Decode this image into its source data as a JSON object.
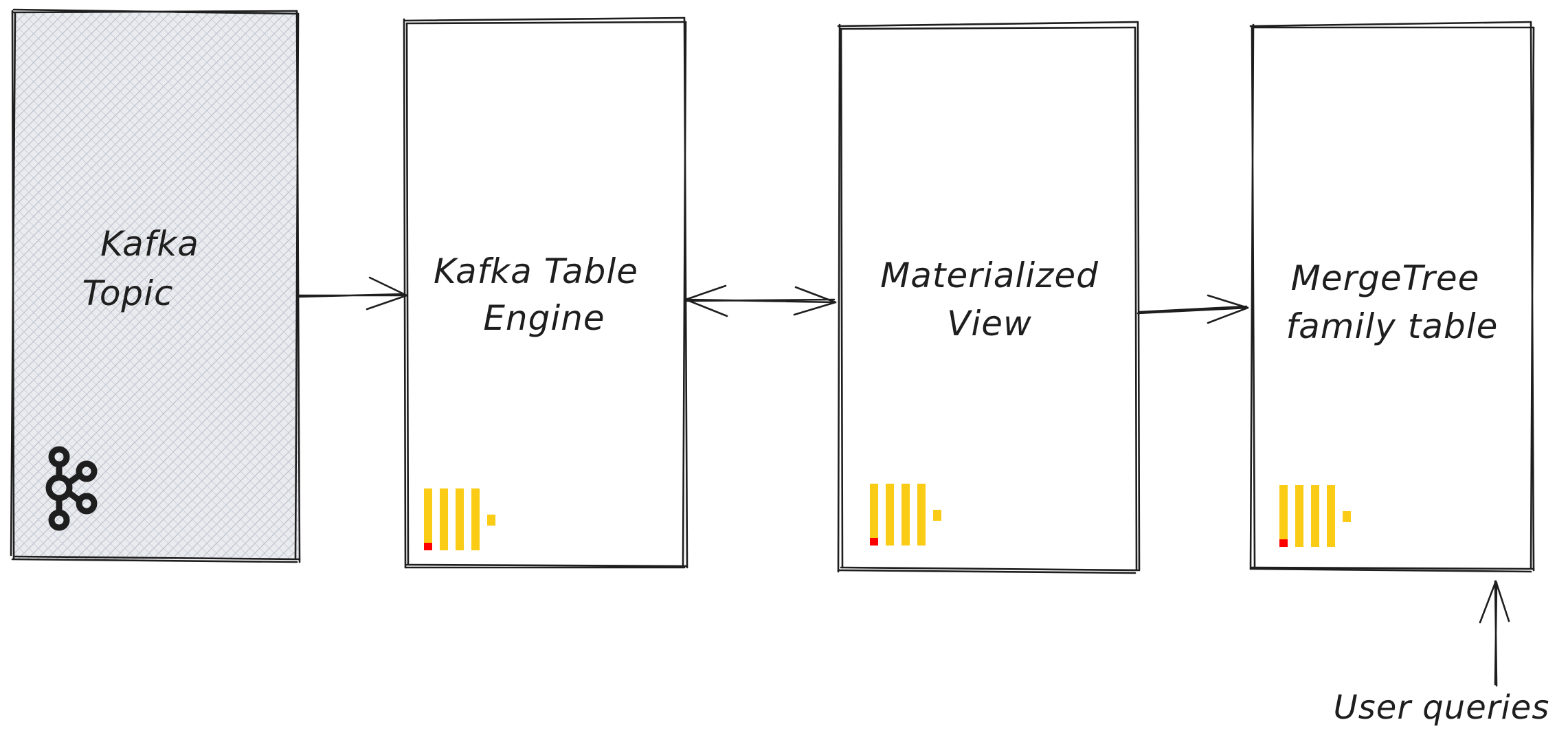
{
  "diagram": {
    "nodes": [
      {
        "id": "kafka-topic",
        "label_lines": [
          "Kafka",
          "Topic"
        ],
        "fill": "#c7ccd4",
        "logo": "kafka-icon"
      },
      {
        "id": "kafka-table-engine",
        "label_lines": [
          "Kafka Table",
          "Engine"
        ],
        "fill": "#ffffff",
        "logo": "clickhouse-icon"
      },
      {
        "id": "materialized-view",
        "label_lines": [
          "Materialized",
          "View"
        ],
        "fill": "#ffffff",
        "logo": "clickhouse-icon"
      },
      {
        "id": "mergetree-family-table",
        "label_lines": [
          "MergeTree",
          "family table"
        ],
        "fill": "#ffffff",
        "logo": "clickhouse-icon"
      }
    ],
    "edges": [
      {
        "from": "kafka-topic",
        "to": "kafka-table-engine",
        "bidirectional": false
      },
      {
        "from": "kafka-table-engine",
        "to": "materialized-view",
        "bidirectional": true
      },
      {
        "from": "materialized-view",
        "to": "mergetree-family-table",
        "bidirectional": false
      },
      {
        "from": "user-queries",
        "to": "mergetree-family-table",
        "bidirectional": false
      }
    ],
    "user_queries_label": "User queries"
  },
  "colors": {
    "stroke": "#1e1e1e",
    "clickhouse_yellow": "#facc15",
    "clickhouse_red": "#ff0000",
    "kafka_fill": "#c7ccd4"
  }
}
